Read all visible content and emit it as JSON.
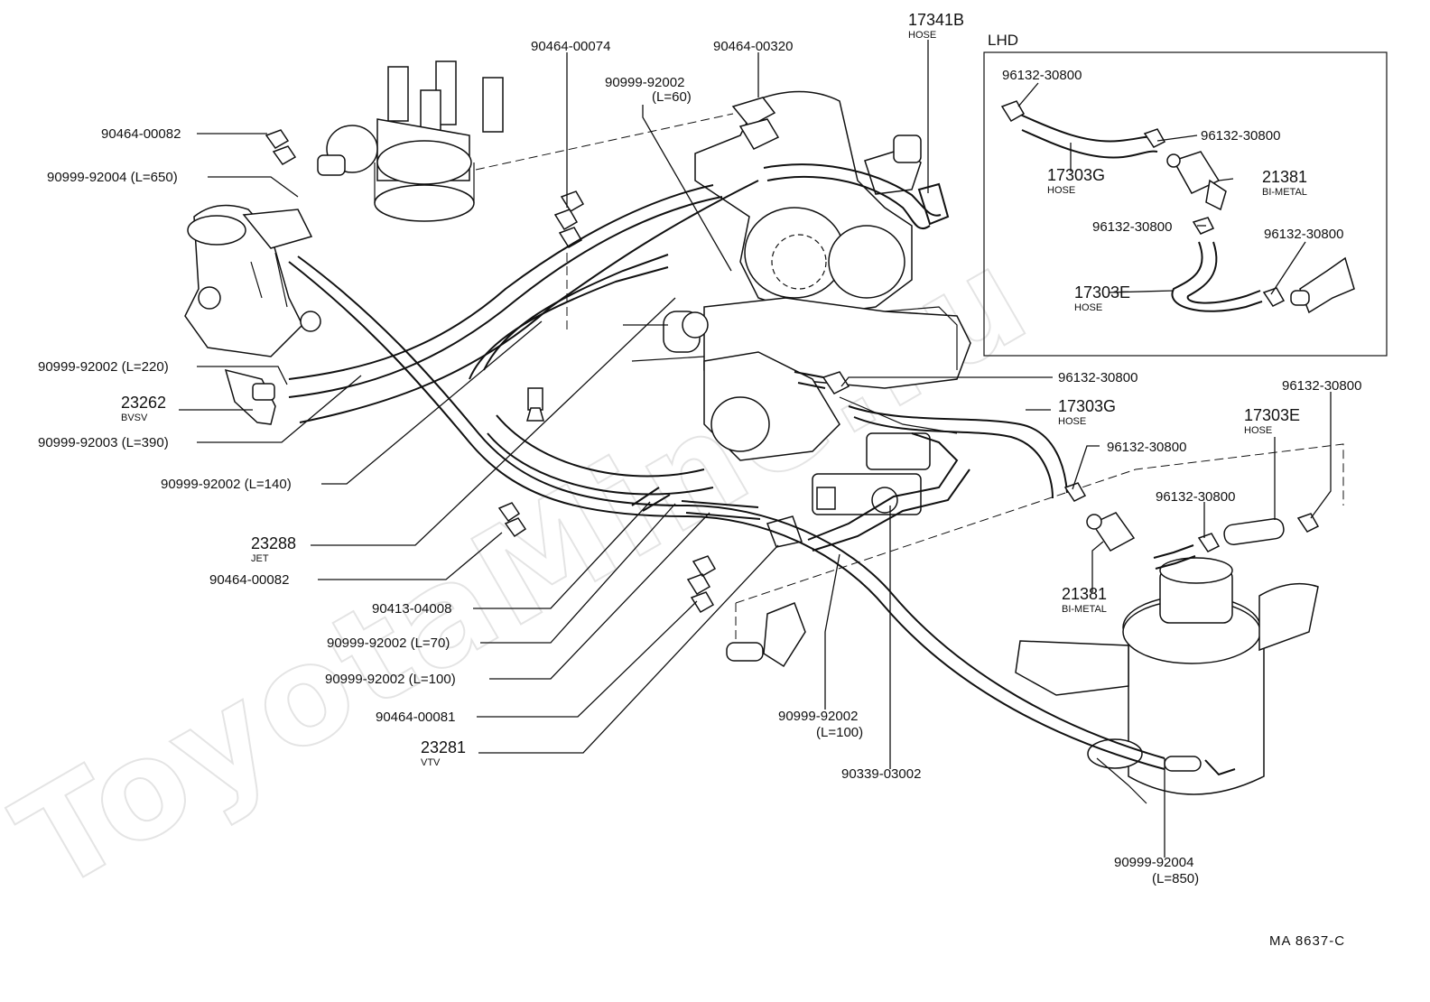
{
  "watermark": "ToyotaMine.ru",
  "diagram_code": "MA  8637-C",
  "inset": {
    "title": "LHD",
    "labels": {
      "clamp_a": "96132-30800",
      "clamp_b": "96132-30800",
      "clamp_c": "96132-30800",
      "clamp_d": "96132-30800",
      "hose_g": "17303G",
      "hose_g_sub": "HOSE",
      "bimetal": "21381",
      "bimetal_sub": "BI-METAL",
      "hose_e": "17303E",
      "hose_e_sub": "HOSE"
    }
  },
  "labels": {
    "p_90464_00074": "90464-00074",
    "p_90464_00320": "90464-00320",
    "p_17341b": "17341B",
    "p_17341b_sub": "HOSE",
    "p_90999_92002_l60": "90999-92002",
    "p_90999_92002_l60_len": "(L=60)",
    "p_90464_00082_top": "90464-00082",
    "p_90999_92004_l650": "90999-92004 (L=650)",
    "p_90999_92002_l220": "90999-92002 (L=220)",
    "p_23262": "23262",
    "p_23262_sub": "BVSV",
    "p_90999_92003_l390": "90999-92003 (L=390)",
    "p_90999_92002_l140": "90999-92002 (L=140)",
    "p_23288": "23288",
    "p_23288_sub": "JET",
    "p_90464_00082_bot": "90464-00082",
    "p_90413_04008": "90413-04008",
    "p_90999_92002_l70": "90999-92002 (L=70)",
    "p_90999_92002_l100a": "90999-92002 (L=100)",
    "p_90464_00081": "90464-00081",
    "p_23281": "23281",
    "p_23281_sub": "VTV",
    "p_90999_92002_l100b": "90999-92002",
    "p_90999_92002_l100b_len": "(L=100)",
    "p_90339_03002": "90339-03002",
    "p_90999_92004_l850": "90999-92004",
    "p_90999_92004_l850_len": "(L=850)",
    "p_96132_mid": "96132-30800",
    "p_17303g": "17303G",
    "p_17303g_sub": "HOSE",
    "p_96132_right": "96132-30800",
    "p_17303e": "17303E",
    "p_17303e_sub": "HOSE",
    "p_96132_low": "96132-30800",
    "p_96132_low2": "96132-30800",
    "p_21381": "21381",
    "p_21381_sub": "BI-METAL"
  }
}
